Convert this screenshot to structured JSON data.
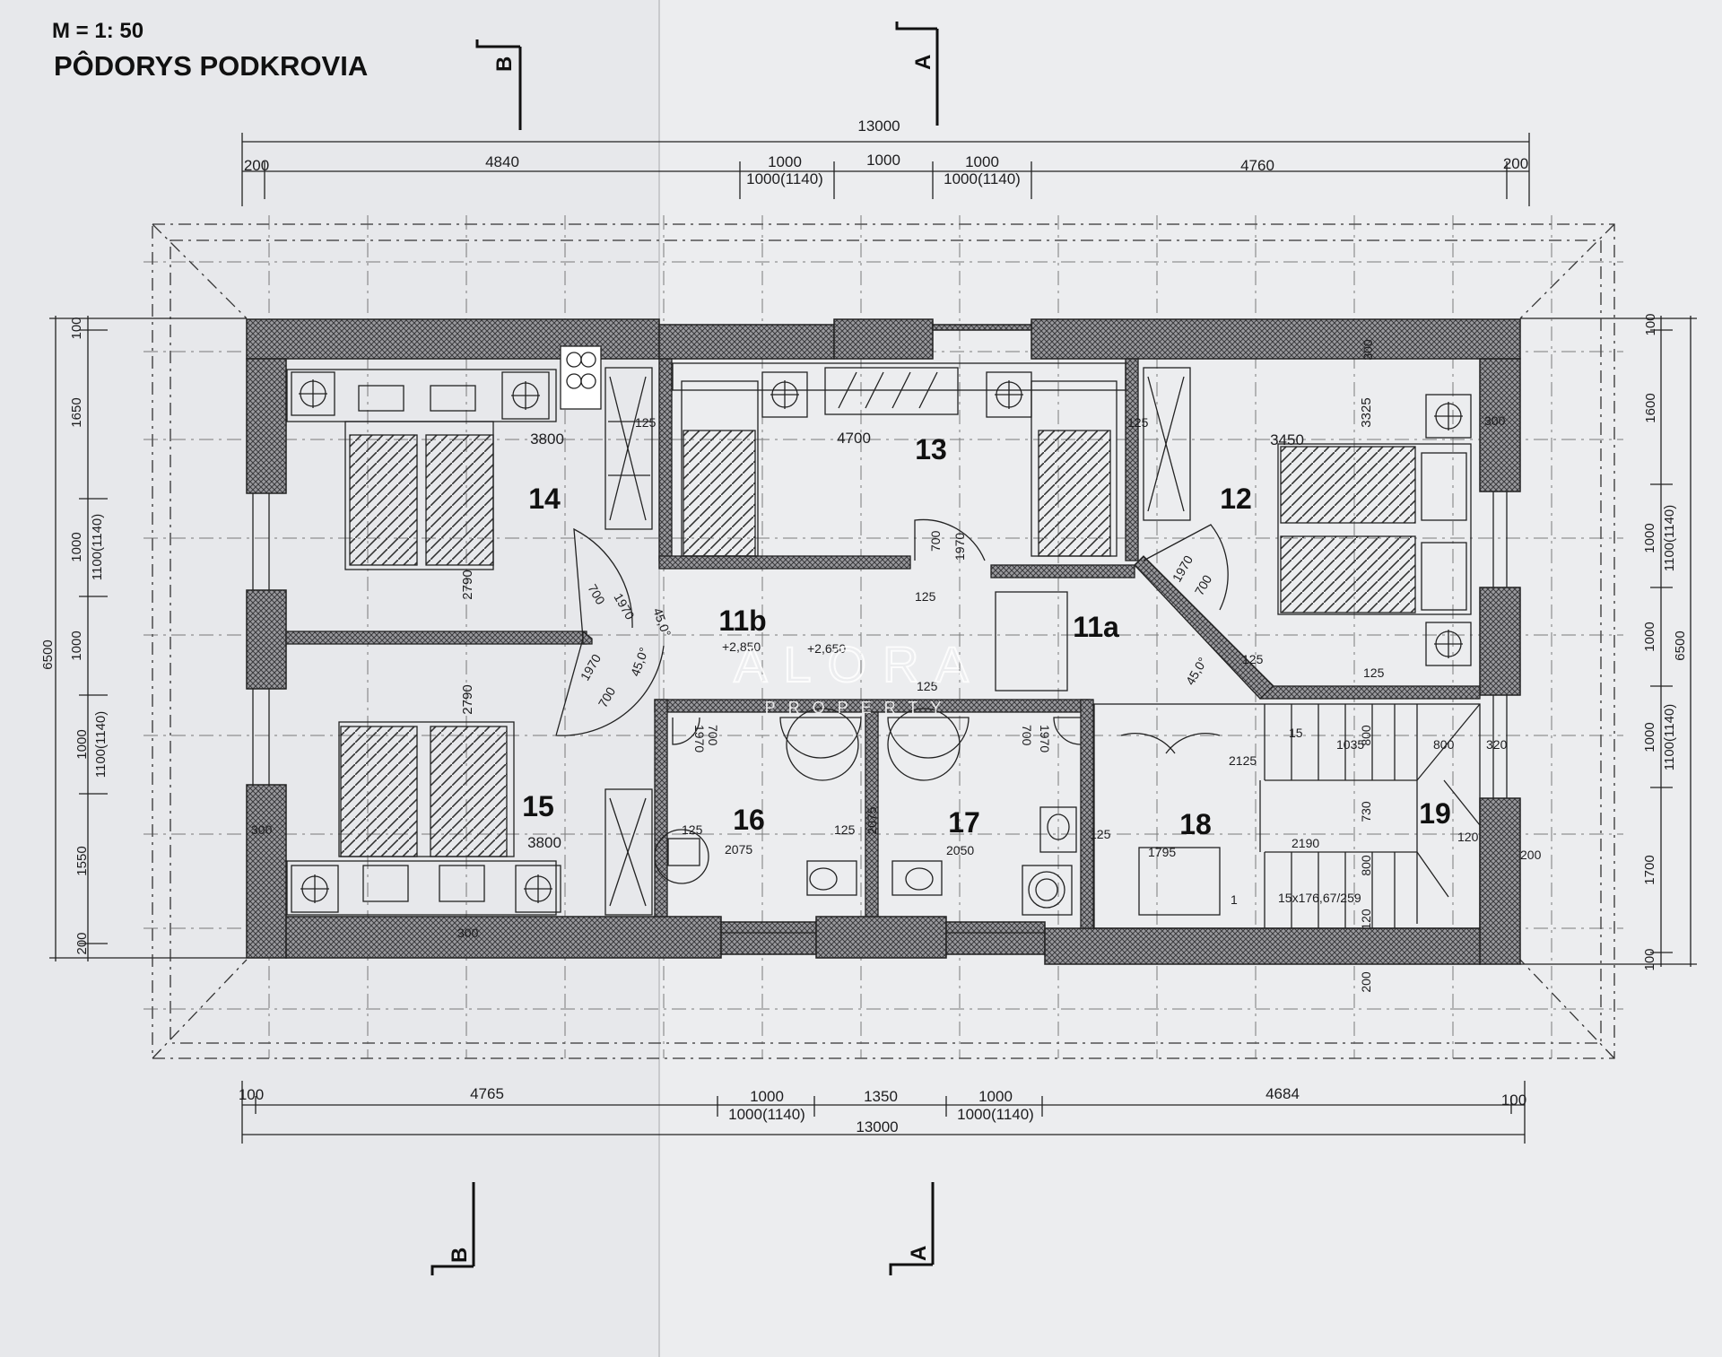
{
  "header": {
    "scale": "M = 1: 50",
    "title": "PÔDORYS PODKROVIA"
  },
  "section_marks": {
    "b": "B",
    "a": "A"
  },
  "watermark": {
    "brand": "ALORA",
    "sub": "PROPERTY"
  },
  "colors": {
    "paper": "#e9eaed",
    "ink": "#1d1d1f",
    "wall_fill": "#8e8e92"
  },
  "rooms": {
    "r14": "14",
    "r13": "13",
    "r12": "12",
    "r11b": "11b",
    "r11a": "11a",
    "r15": "15",
    "r16": "16",
    "r17": "17",
    "r18": "18",
    "r19": "19"
  },
  "top_dims": {
    "total": "13000",
    "left_margin": "200",
    "left_seg": "4840",
    "mid_a": "1000",
    "mid_a_sub": "1000(1140)",
    "mid_b": "1000",
    "mid_c": "1000",
    "mid_c_sub": "1000(1140)",
    "right_seg": "4760",
    "right_margin": "200"
  },
  "bottom_dims": {
    "total": "13000",
    "left_margin": "100",
    "left_seg": "4765",
    "mid_a": "1000",
    "mid_a_sub": "1000(1140)",
    "mid_b": "1350",
    "mid_c": "1000",
    "mid_c_sub": "1000(1140)",
    "right_seg": "4684",
    "right_margin": "100"
  },
  "left_dims": {
    "total": "6500",
    "top": "100",
    "seg1": "1650",
    "seg2": "1000",
    "seg2_sub": "1100(1140)",
    "seg3": "1000",
    "seg4": "1000",
    "seg4_sub": "1100(1140)",
    "seg5": "1550",
    "bottom": "200"
  },
  "right_dims": {
    "total": "6500",
    "top": "100",
    "seg1": "1600",
    "seg2": "1000",
    "seg2_sub": "1100(1140)",
    "seg3": "1000",
    "seg4": "1000",
    "seg4_sub": "1100(1140)",
    "seg5": "1700",
    "bottom": "100"
  },
  "inner_dims": {
    "w14": "3800",
    "w13": "4700",
    "w12": "3450",
    "w15": "3800",
    "h12": "3325",
    "h14": "2790",
    "h15": "2790",
    "sep125": "125",
    "top_300": "300",
    "r12_300": "300",
    "w16": "2075",
    "w17": "2050",
    "h16": "2075",
    "w18": "1795",
    "stair_a": "2125",
    "stair_b": "2190",
    "stair_c": "1035",
    "stair_d": "800",
    "stair_e": "320",
    "stair_f": "730",
    "stair_g": "800",
    "stair_h": "120",
    "stair_i": "200",
    "stair_j": "200",
    "stair_k": "120",
    "door_h": "1970",
    "door_w": "700",
    "angle": "45,0°",
    "level_11b": "+2,850",
    "level_11a": "+2,650",
    "stair_note": "15x176,67/259",
    "stair_15": "15",
    "stair_1": "1",
    "win_300": "300"
  }
}
